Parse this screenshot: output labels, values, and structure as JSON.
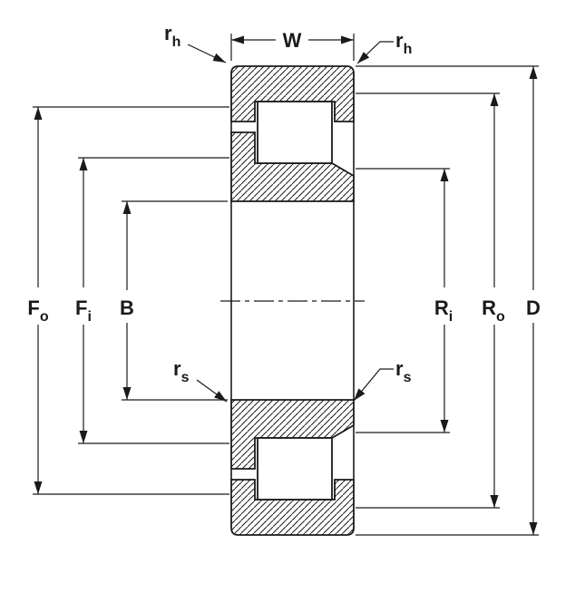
{
  "colors": {
    "line": "#1a1a1a",
    "background": "#ffffff"
  },
  "labels": {
    "w": "W",
    "rh": {
      "main": "r",
      "sub": "h"
    },
    "rs": {
      "main": "r",
      "sub": "s"
    },
    "fo": {
      "main": "F",
      "sub": "o"
    },
    "fi": {
      "main": "F",
      "sub": "i"
    },
    "b": "B",
    "ri": {
      "main": "R",
      "sub": "i"
    },
    "ro": {
      "main": "R",
      "sub": "o"
    },
    "d": "D"
  }
}
